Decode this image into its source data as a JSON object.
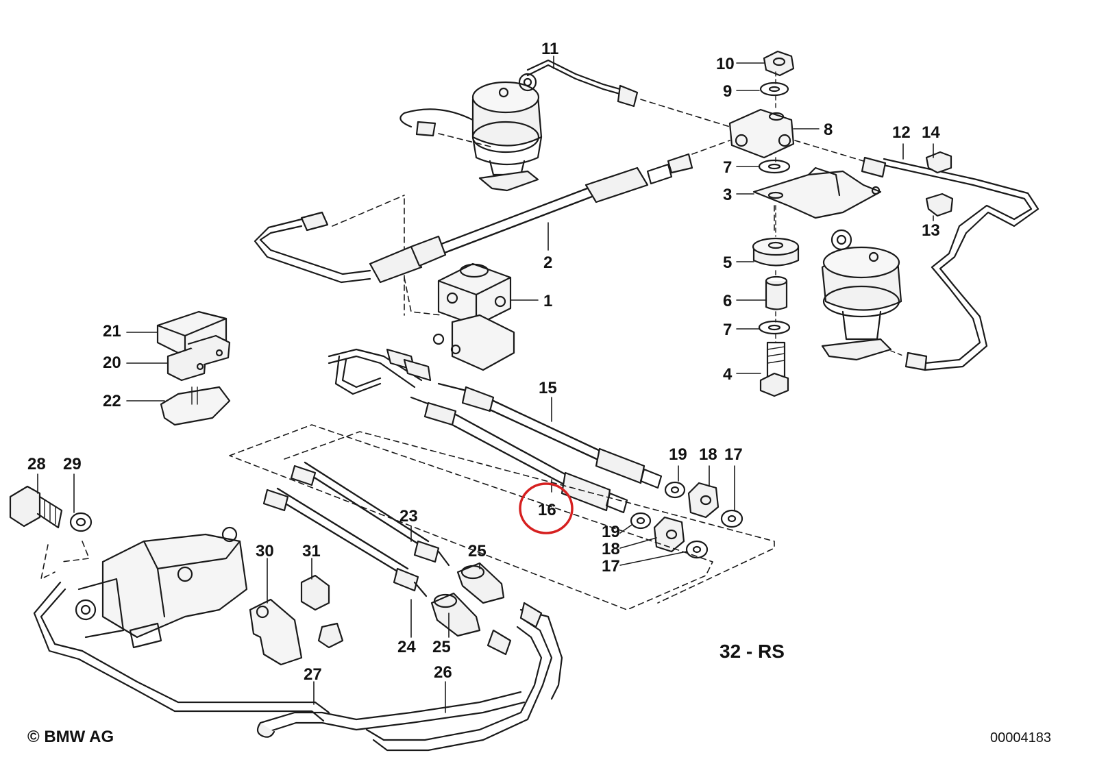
{
  "diagram": {
    "section_code": "32 - RS",
    "copyright": "© BMW AG",
    "drawing_number": "00004183",
    "highlighted_part": "16",
    "highlight_color": "#d62020",
    "line_color": "#1a1a1a",
    "callouts": {
      "p1": "1",
      "p2": "2",
      "p3": "3",
      "p4": "4",
      "p5": "5",
      "p6": "6",
      "p7a": "7",
      "p7b": "7",
      "p8": "8",
      "p9": "9",
      "p10": "10",
      "p11": "11",
      "p12": "12",
      "p13": "13",
      "p14": "14",
      "p15": "15",
      "p16": "16",
      "p17a": "17",
      "p17b": "17",
      "p18a": "18",
      "p18b": "18",
      "p19a": "19",
      "p19b": "19",
      "p20": "20",
      "p21": "21",
      "p22": "22",
      "p23": "23",
      "p24": "24",
      "p25a": "25",
      "p25b": "25",
      "p26": "26",
      "p27": "27",
      "p28": "28",
      "p29": "29",
      "p30": "30",
      "p31": "31"
    }
  }
}
